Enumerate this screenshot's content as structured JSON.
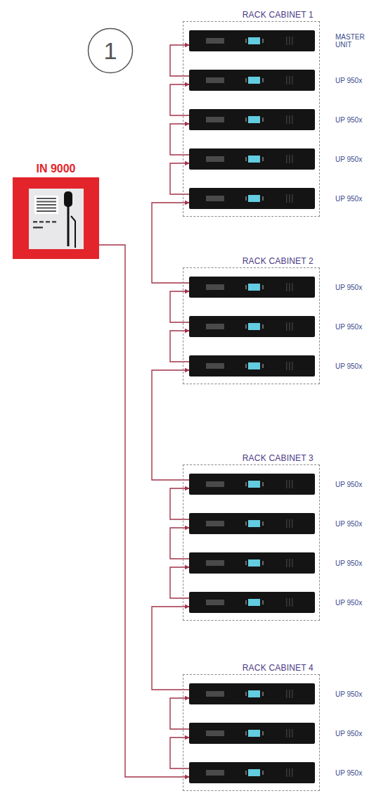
{
  "diagram": {
    "nodes": [
      {
        "text": [
          "1"
        ]
      },
      {
        "text": [
          "IN 9000"
        ]
      },
      {
        "text": [
          "RACK CABINET 1"
        ]
      },
      {
        "text": [
          "MASTER UNIT"
        ],
        "in": 2
      },
      {
        "text": [
          "UP 950x"
        ],
        "in": 2
      },
      {
        "text": [
          "UP 950x"
        ],
        "in": 2
      },
      {
        "text": [
          "UP 950x"
        ],
        "in": 2
      },
      {
        "text": [
          "UP 950x"
        ],
        "in": 2
      },
      {
        "text": [
          "RACK CABINET 2"
        ]
      },
      {
        "text": [
          "UP 950x"
        ],
        "in": 8
      },
      {
        "text": [
          "UP 950x"
        ],
        "in": 8
      },
      {
        "text": [
          "UP 950x"
        ],
        "in": 8
      },
      {
        "text": [
          "RACK CABINET 3"
        ]
      },
      {
        "text": [
          "UP 950x"
        ],
        "in": 12
      },
      {
        "text": [
          "UP 950x"
        ],
        "in": 12
      },
      {
        "text": [
          "UP 950x"
        ],
        "in": 12
      },
      {
        "text": [
          "UP 950x"
        ],
        "in": 12
      },
      {
        "text": [
          "RACK CABINET 4"
        ]
      },
      {
        "text": [
          "UP 950x"
        ],
        "in": 17
      },
      {
        "text": [
          "UP 950x"
        ],
        "in": 17
      },
      {
        "text": [
          "UP 950x"
        ],
        "in": 17
      }
    ],
    "edges": [
      {
        "from": 1,
        "to": 20,
        "arrow": "to"
      },
      {
        "from": 20,
        "to": 19,
        "arrow": "to"
      },
      {
        "from": 19,
        "to": 18,
        "arrow": "to"
      },
      {
        "from": 18,
        "to": 16,
        "arrow": "to"
      },
      {
        "from": 16,
        "to": 15,
        "arrow": "to"
      },
      {
        "from": 15,
        "to": 14,
        "arrow": "to"
      },
      {
        "from": 14,
        "to": 13,
        "arrow": "to"
      },
      {
        "from": 13,
        "to": 11,
        "arrow": "to"
      },
      {
        "from": 11,
        "to": 10,
        "arrow": "to"
      },
      {
        "from": 10,
        "to": 9,
        "arrow": "to"
      },
      {
        "from": 9,
        "to": 7,
        "arrow": "to"
      },
      {
        "from": 7,
        "to": 6,
        "arrow": "to"
      },
      {
        "from": 6,
        "to": 5,
        "arrow": "to"
      },
      {
        "from": 5,
        "to": 4,
        "arrow": "to"
      },
      {
        "from": 4,
        "to": 3,
        "arrow": "to"
      }
    ]
  }
}
